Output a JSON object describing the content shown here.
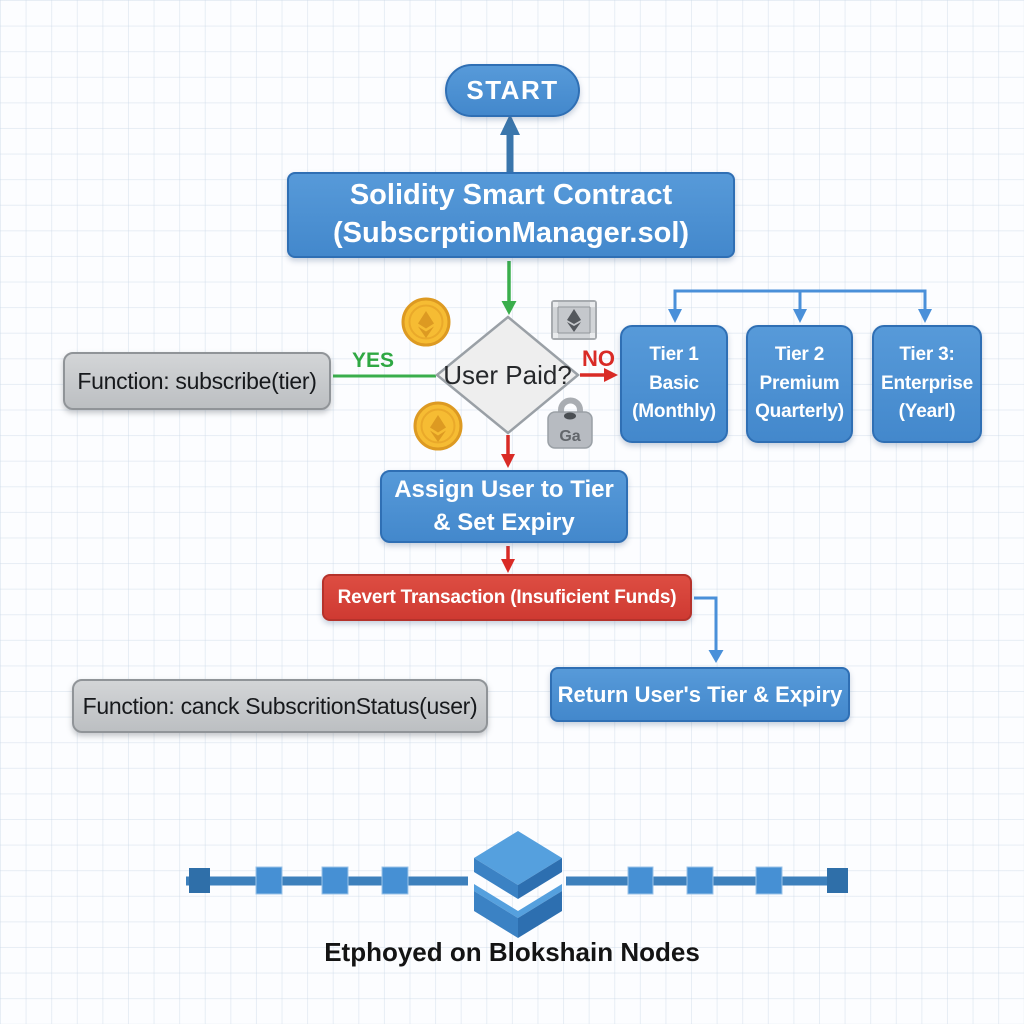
{
  "diagram": {
    "start": "START",
    "contract_line1": "Solidity Smart Contract",
    "contract_line2": "(SubscrptionManager.sol)",
    "decision": "User Paid?",
    "yes": "YES",
    "no": "NO",
    "fn_subscribe": "Function: subscribe(tier)",
    "tiers": [
      {
        "l1": "Tier 1",
        "l2": "Basic",
        "l3": "(Monthly)"
      },
      {
        "l1": "Tier 2",
        "l2": "Premium",
        "l3": "Quarterly)"
      },
      {
        "l1": "Tier 3:",
        "l2": "Enterprise",
        "l3": "(Yearl)"
      }
    ],
    "assign_line1": "Assign User to Tier",
    "assign_line2": "& Set Expiry",
    "revert": "Revert Transaction (Insuficient Funds)",
    "return": "Return User's Tier & Expiry",
    "fn_status": "Function: canck SubscritionStatus(user)",
    "gas": "Ga",
    "caption": "Etphoyed on Blokshain Nodes"
  },
  "colors": {
    "node_blue": "#4b92d5",
    "node_blue_border": "#2f6fb4",
    "gray_fill": "#c7cacd",
    "gray_border": "#909498",
    "red_fill": "#d8443b",
    "red_border": "#b5322b",
    "green_arrow": "#3aae4c",
    "red_arrow": "#d92b26",
    "steel_arrow": "#3a76ac",
    "connector_blue": "#4a90d9",
    "coin_gold": "#f6bc33",
    "diamond_fill": "#eeeeee",
    "diamond_border": "#9aa0a6"
  }
}
